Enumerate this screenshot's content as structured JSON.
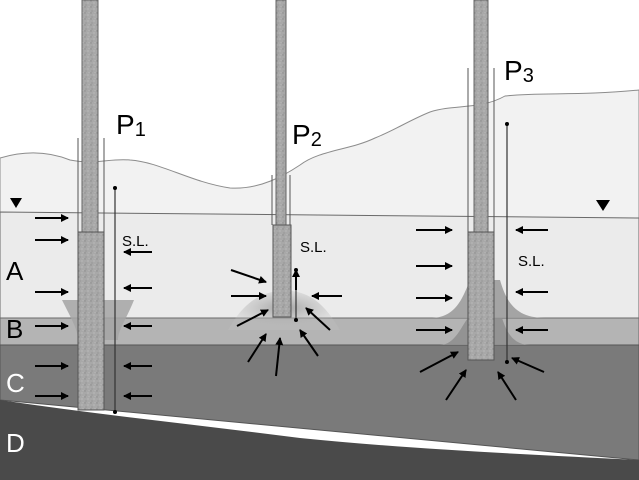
{
  "layers": [
    {
      "id": "A",
      "label": "A",
      "fill": "#ebebeb"
    },
    {
      "id": "B",
      "label": "B",
      "fill": "#b4b4b4"
    },
    {
      "id": "C",
      "label": "C",
      "fill": "#7a7a7a"
    },
    {
      "id": "D",
      "label": "D",
      "fill": "#4a4a4a"
    }
  ],
  "wells": [
    {
      "id": "P1",
      "label": "P",
      "subscript": "1",
      "static_level_label": "S.L."
    },
    {
      "id": "P2",
      "label": "P",
      "subscript": "2",
      "static_level_label": "S.L."
    },
    {
      "id": "P3",
      "label": "P",
      "subscript": "3",
      "static_level_label": "S.L."
    }
  ],
  "colors": {
    "sky": "#ffffff",
    "ground_surface": "#f0f0f0",
    "layer_outline": "#555555",
    "casing": "#9a9a9a",
    "gravel_pack": "#a6a6a6",
    "arrow": "#000000",
    "label_light": "#ffffff",
    "label_dark": "#000000"
  },
  "water_table_marker": "inverted-triangle"
}
